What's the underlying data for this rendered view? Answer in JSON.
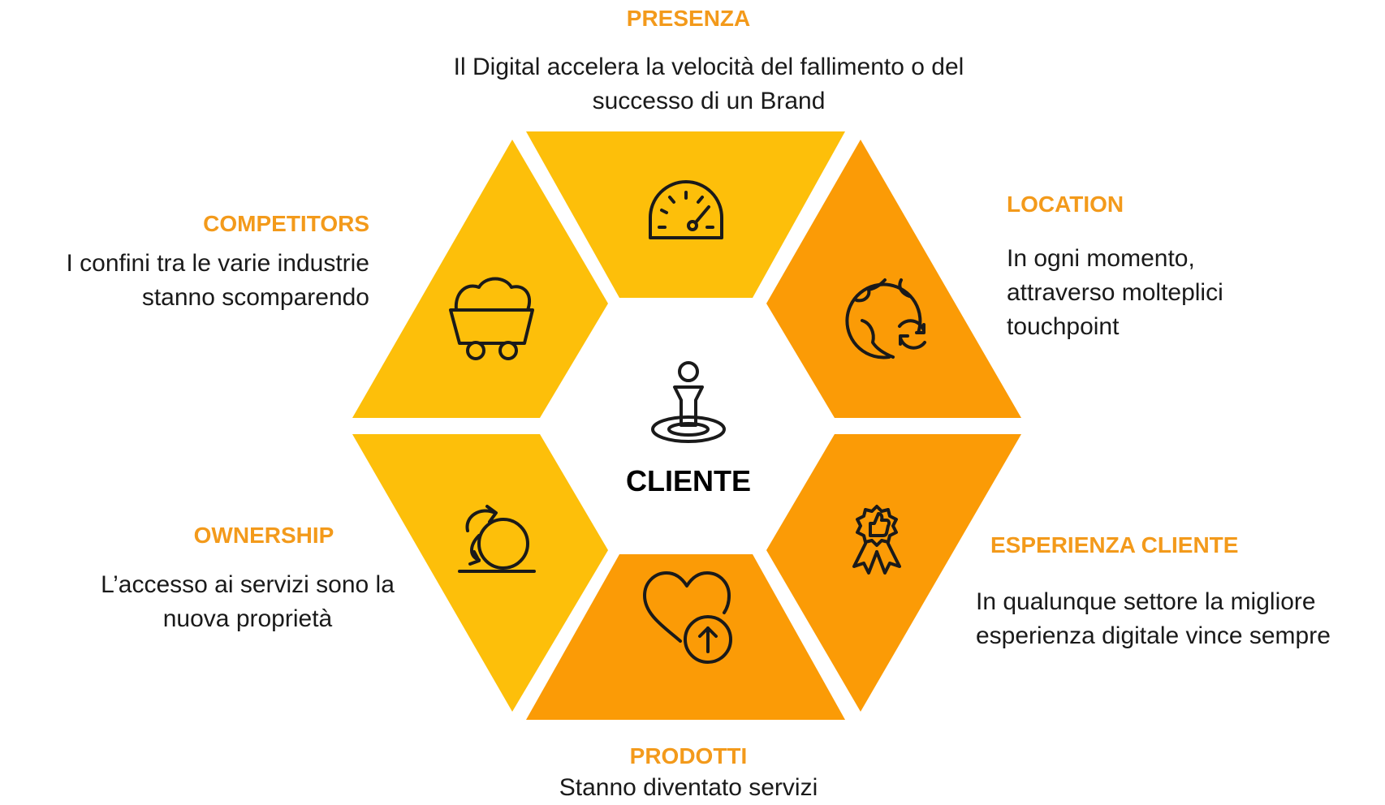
{
  "center": {
    "label": "CLIENTE",
    "icon": "person-location-icon"
  },
  "colors": {
    "yellow": "#FDBF0A",
    "orange": "#FB9B06",
    "title": "#F39A1B",
    "icon_stroke": "#1a1a1a"
  },
  "segments": [
    {
      "key": "presenza",
      "title": "PRESENZA",
      "text": "Il Digital accelera la velocità del fallimento o del successo di un Brand",
      "icon": "speedometer-icon",
      "fill": "yellow"
    },
    {
      "key": "location",
      "title": "LOCATION",
      "text": "In ogni momento, attraverso molteplici touchpoint",
      "icon": "globe-refresh-icon",
      "fill": "orange"
    },
    {
      "key": "esperienza",
      "title": "ESPERIENZA CLIENTE",
      "text": "In qualunque settore la migliore esperienza digitale vince sempre",
      "icon": "award-thumbs-up-icon",
      "fill": "orange"
    },
    {
      "key": "prodotti",
      "title": "PRODOTTI",
      "text": "Stanno diventato servizi",
      "icon": "heart-arrow-up-icon",
      "fill": "orange"
    },
    {
      "key": "ownership",
      "title": "OWNERSHIP",
      "text": "L’accesso ai servizi sono la nuova proprietà",
      "icon": "rolling-cycle-icon",
      "fill": "yellow"
    },
    {
      "key": "competitors",
      "title": "COMPETITORS",
      "text": "I confini tra le varie industrie stanno scomparendo",
      "icon": "mine-cart-icon",
      "fill": "yellow"
    }
  ]
}
